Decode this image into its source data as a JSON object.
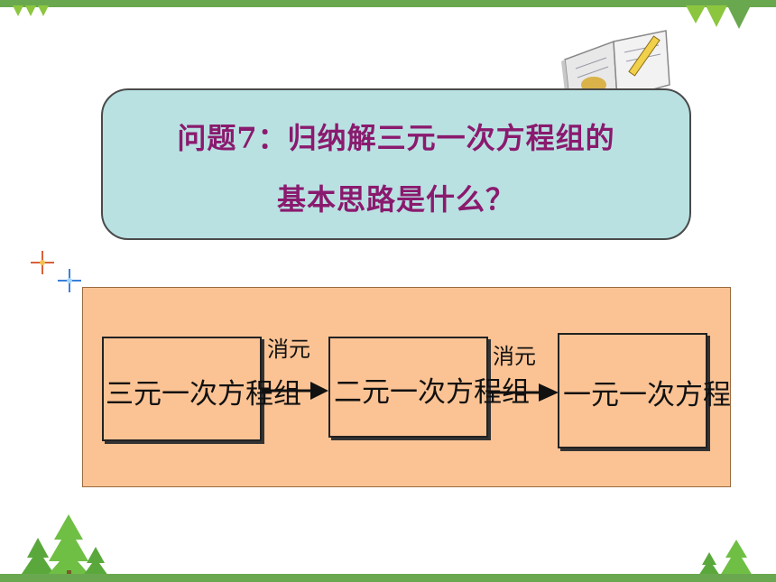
{
  "question": {
    "line1": "问题7：归纳解三元一次方程组的",
    "line2": "基本思路是什么？"
  },
  "flow": {
    "step1": "三元一次方程组",
    "step2": "二元一次方程组",
    "step3": "一元一次方程",
    "arrow1_label": "消元",
    "arrow2_label": "消元"
  },
  "colors": {
    "bar_green": "#6aa84f",
    "question_fill": "#b9e1e2",
    "question_text": "#8a1a6e",
    "panel_fill": "#fbc394"
  }
}
